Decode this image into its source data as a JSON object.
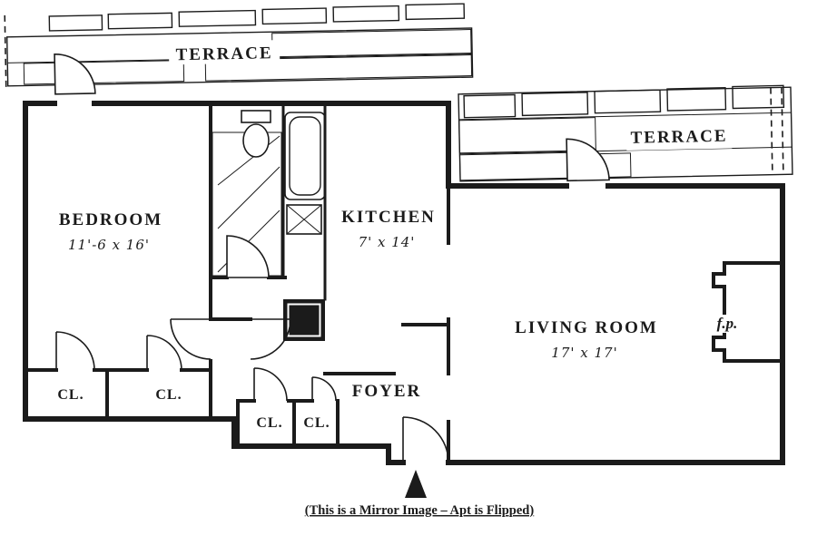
{
  "plan": {
    "terrace_top": "TERRACE",
    "terrace_right": "TERRACE",
    "bedroom": {
      "label": "BEDROOM",
      "dimensions": "11'-6 x 16'"
    },
    "kitchen": {
      "label": "KITCHEN",
      "dimensions": "7' x 14'"
    },
    "living_room": {
      "label": "LIVING ROOM",
      "dimensions": "17' x 17'"
    },
    "foyer": {
      "label": "FOYER"
    },
    "fireplace": {
      "label": "f.p."
    },
    "closets": [
      "CL.",
      "CL.",
      "CL.",
      "CL."
    ],
    "entrance_marker": "▲"
  },
  "footer": {
    "note": "(This is a Mirror Image – Apt is Flipped)"
  },
  "colors": {
    "ink": "#1b1b1b",
    "paper": "#ffffff"
  }
}
